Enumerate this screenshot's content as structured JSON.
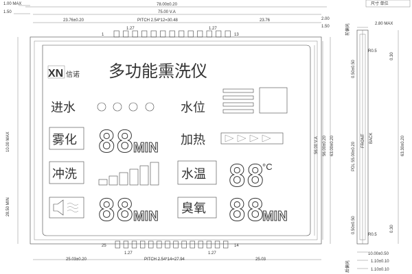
{
  "dimensions": {
    "overall_width": "78.00±0.20",
    "va_width": "75.00 V.A",
    "pitch_top": "PITCH 2.54*12=30.48",
    "top_left_offset": "23.76±0.20",
    "top_right_offset": "23.76",
    "pin_gap_top_left": "1.27",
    "pin_gap_top_right": "1.27",
    "pin_gap_bottom_left": "1.27",
    "pin_gap_bottom_right": "1.27",
    "pitch_bottom": "PITCH 2.54*14=27.94",
    "bottom_left_offset": "25.03±0.20",
    "bottom_right_offset": "25.03",
    "left_top_1": "1.00 MAX",
    "left_top_2": "1.50",
    "left_10max": "10.00 MAX",
    "left_28min": "28.50 MIN",
    "right_2": "2.00",
    "right_150": "1.50",
    "right_va": "56.00 V.A",
    "right_5600": "56.00±0.20",
    "right_6300": "63.00±0.20",
    "side_280": "2.80 MAX",
    "side_030_top": "0.30",
    "side_050_top": "0.50±0.50",
    "side_pdl": "PDL 55.00±0.20",
    "side_6330": "63.30±0.20",
    "side_050_bot": "0.50±0.50",
    "side_030_bot": "0.30",
    "side_1000": "10.00±0.50",
    "side_110a": "1.10±0.10",
    "side_110b": "1.10±0.10",
    "side_r_top": "R0.5",
    "side_r_bot": "R0.5"
  },
  "pins": {
    "top_first": "1",
    "top_last": "13",
    "bottom_first": "25",
    "bottom_last": "14"
  },
  "side_labels": {
    "front": "FRONT",
    "back": "BACK",
    "top_tag": "前偏光",
    "bottom_tag": "后偏光",
    "corner_tag": "尺寸 单位"
  },
  "lcd": {
    "brand": "XN",
    "brand_cn": "信诺",
    "title": "多功能熏洗仪",
    "row1_label": "进水",
    "row1_right_label": "水位",
    "row2_box": "雾化",
    "row2_digits": "88",
    "row2_unit": "MIN",
    "row2_right_label": "加热",
    "row3_box": "冲洗",
    "row3_right_box": "水温",
    "row3_digits": "88",
    "row3_unit": "°C",
    "row4_digits": "88",
    "row4_unit": "MIN",
    "row4_right_box": "臭氧",
    "row4_right_digits": "88",
    "row4_right_unit": "MIN"
  }
}
